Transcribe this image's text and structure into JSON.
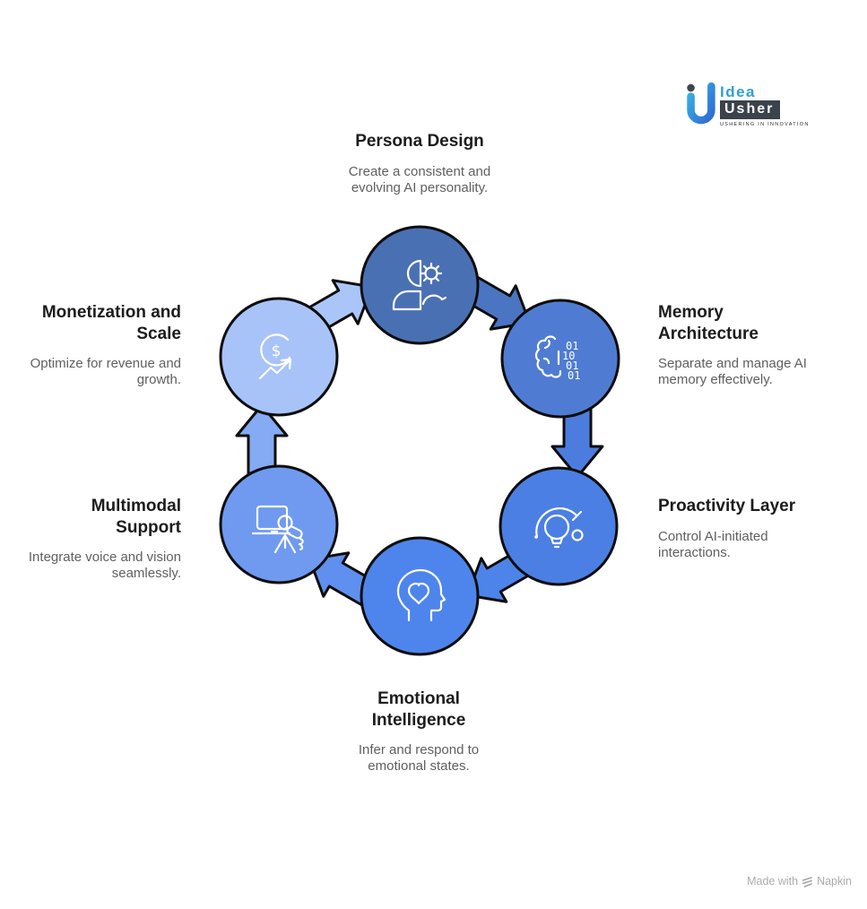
{
  "logo": {
    "brand_top": "Idea",
    "brand_bottom": "Usher",
    "tagline": "USHERING IN INNOVATION",
    "mark_gradient_start": "#38b2e4",
    "mark_gradient_end": "#2f6ad4",
    "badge_color": "#3a424c",
    "idea_color": "#2f9fd8"
  },
  "diagram": {
    "outline_color": "#0d0d0d",
    "icon_stroke": "#ffffff",
    "nodes": [
      {
        "id": "persona-design",
        "title": "Persona Design",
        "description": "Create a consistent and evolving AI personality.",
        "color": "#4a70b4",
        "icon": "persona-gear-icon"
      },
      {
        "id": "memory-architecture",
        "title": "Memory Architecture",
        "description": "Separate and manage AI memory effectively.",
        "color": "#4f7cd2",
        "icon": "brain-binary-icon"
      },
      {
        "id": "proactivity-layer",
        "title": "Proactivity Layer",
        "description": "Control AI-initiated interactions.",
        "color": "#4b7fe4",
        "icon": "lightbulb-orbit-icon"
      },
      {
        "id": "emotional-intelligence",
        "title": "Emotional Intelligence",
        "description": "Infer and respond to emotional states.",
        "color": "#4e85ec",
        "icon": "head-heart-icon"
      },
      {
        "id": "multimodal-support",
        "title": "Multimodal Support",
        "description": "Integrate voice and vision seamlessly.",
        "color": "#6f9af0",
        "icon": "laptop-mic-icon"
      },
      {
        "id": "monetization-and-scale",
        "title": "Monetization and Scale",
        "description": "Optimize for revenue and growth.",
        "color": "#a8c3f8",
        "icon": "dollar-growth-icon"
      }
    ],
    "arrows": [
      {
        "from": "monetization-and-scale",
        "to": "persona-design",
        "color": "#aac6f8"
      },
      {
        "from": "persona-design",
        "to": "memory-architecture",
        "color": "#4b74c2"
      },
      {
        "from": "memory-architecture",
        "to": "proactivity-layer",
        "color": "#4c7dde"
      },
      {
        "from": "proactivity-layer",
        "to": "emotional-intelligence",
        "color": "#4d84ea"
      },
      {
        "from": "emotional-intelligence",
        "to": "multimodal-support",
        "color": "#5f90ef"
      },
      {
        "from": "multimodal-support",
        "to": "monetization-and-scale",
        "color": "#84abf4"
      }
    ],
    "icon_text": {
      "dollar": "$",
      "binary": [
        "01",
        "10",
        "01",
        "01"
      ]
    }
  },
  "footer": {
    "made_with": "Made with",
    "brand": "Napkin"
  }
}
